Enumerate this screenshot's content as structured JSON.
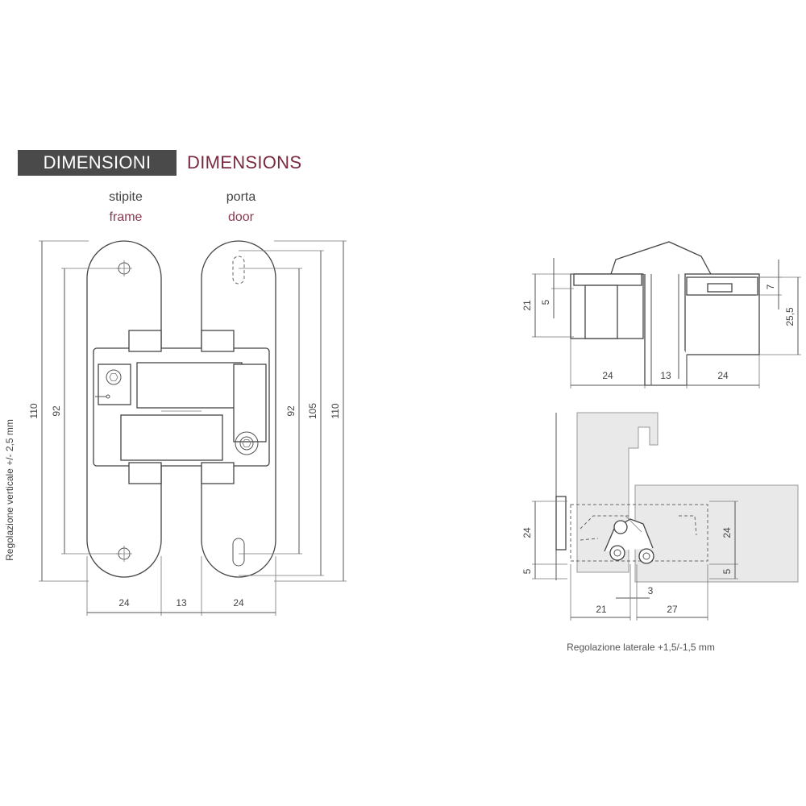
{
  "header": {
    "title_it": "DIMENSIONI",
    "title_en": "DIMENSIONS"
  },
  "labels": {
    "frame_it": "stipite",
    "frame_en": "frame",
    "door_it": "porta",
    "door_en": "door"
  },
  "front_view": {
    "height_left": "110",
    "inner_left": "92",
    "inner_right": "92",
    "mid_right": "105",
    "height_right": "110",
    "width_left": "24",
    "width_gap": "13",
    "width_right": "24",
    "vertical_adjust": "Regolazione verticale +/- 2,5 mm"
  },
  "top_view": {
    "dim_21": "21",
    "dim_5": "5",
    "dim_7": "7",
    "dim_25_5": "25,5",
    "width_left": "24",
    "width_gap": "13",
    "width_right": "24"
  },
  "install_view": {
    "dim_24_left": "24",
    "dim_5_left": "5",
    "dim_24_right": "24",
    "dim_5_right": "5",
    "dim_3": "3",
    "dim_21": "21",
    "dim_27": "27",
    "lateral_adjust": "Regolazione laterale +1,5/-1,5 mm"
  },
  "colors": {
    "header_bg": "#4a4a4a",
    "accent": "#7a2a40"
  }
}
